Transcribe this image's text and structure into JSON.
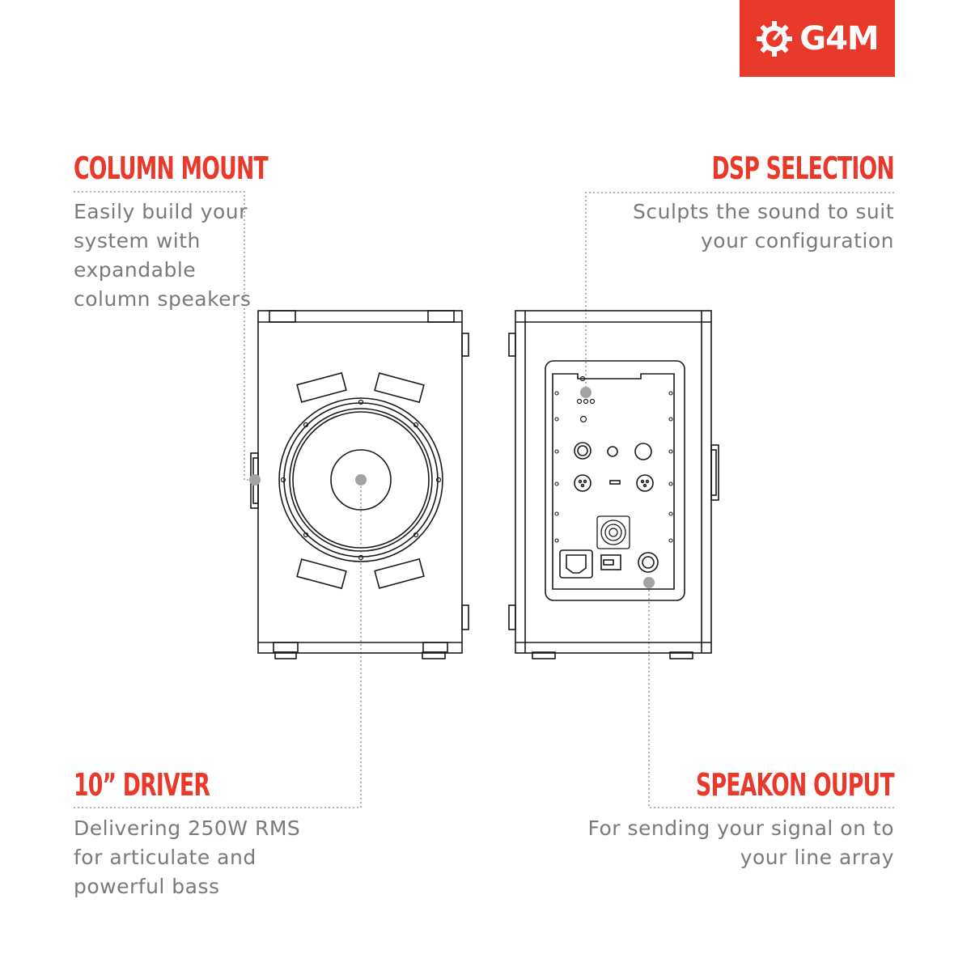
{
  "brand": {
    "logo_text": "G4M",
    "logo_bg": "#e8392b"
  },
  "colors": {
    "accent": "#e8392b",
    "body_text": "#7a7a7a",
    "line": "#1a1a1a",
    "callout_dot": "#a3a3a3",
    "leader": "#9a9a9a"
  },
  "icons": {
    "logo_mark": "gear-stopwatch-icon"
  },
  "callouts": {
    "column_mount": {
      "title": "COLUMN MOUNT",
      "description": "Easily build your\nsystem with\nexpandable\ncolumn speakers"
    },
    "dsp_selection": {
      "title": "DSP SELECTION",
      "description": "Sculpts the sound to suit\nyour configuration"
    },
    "driver": {
      "title": "10” DRIVER",
      "description": "Delivering 250W RMS\nfor articulate and\npowerful bass"
    },
    "speakon_output": {
      "title": "SPEAKON OUPUT",
      "description": "For sending your signal on to\nyour line array"
    }
  }
}
